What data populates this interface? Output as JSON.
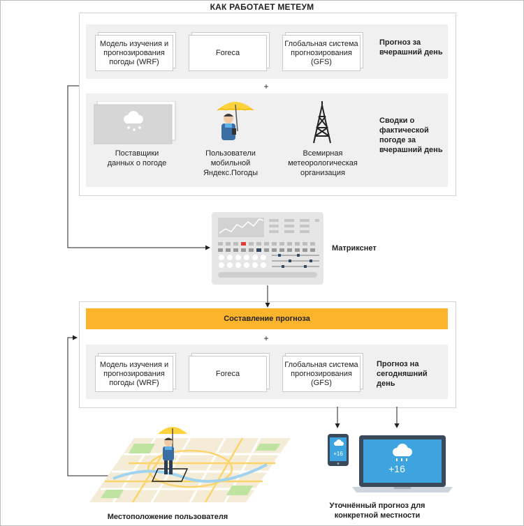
{
  "title": "КАК РАБОТАЕТ МЕТЕУМ",
  "top_panel": {
    "models": [
      "Модель изучения и прогнозирования погоды (WRF)",
      "Foreca",
      "Глобальная система прогнозирования (GFS)"
    ],
    "models_label": "Прогноз за вчерашний день",
    "plus": "+",
    "sources": [
      "Поставщики данных о погоде",
      "Пользователи мобильной Яндекс.Погоды",
      "Всемирная метеорологическая организация"
    ],
    "sources_label": "Сводки о фактической погоде за вчерашний день"
  },
  "matrixnet_label": "Матрикснет",
  "bottom_panel": {
    "bar_label": "Составление прогноза",
    "plus": "+",
    "models": [
      "Модель изучения и прогнозирования погоды (WRF)",
      "Foreca",
      "Глобальная система прогнозирования (GFS)"
    ],
    "models_label": "Прогноз на сегодняшний день"
  },
  "devices": {
    "phone_temp": "+16",
    "laptop_temp": "+16"
  },
  "bottom_labels": {
    "location": "Местоположение пользователя",
    "refined": "Уточнённый прогноз для конкретной местности"
  },
  "colors": {
    "accent": "#fcb42d",
    "screen": "#3ea4e0",
    "panel_band": "#f0f0f0"
  }
}
